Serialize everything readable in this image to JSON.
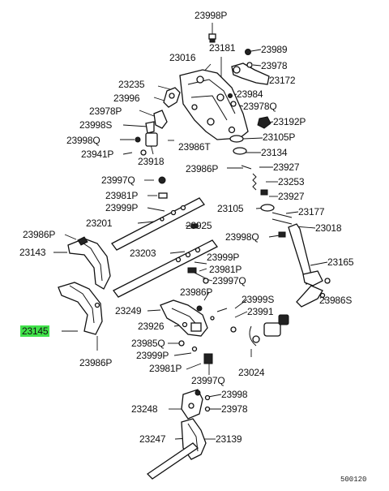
{
  "diagram": {
    "sheet_code": "500120",
    "highlight_color": "#41e24a",
    "labels": [
      {
        "id": "p23998P_top",
        "text": "23998P"
      },
      {
        "id": "p23181",
        "text": "23181"
      },
      {
        "id": "p23989",
        "text": "23989"
      },
      {
        "id": "p23016",
        "text": "23016"
      },
      {
        "id": "p23978_top",
        "text": "23978"
      },
      {
        "id": "p23172",
        "text": "23172"
      },
      {
        "id": "p23235",
        "text": "23235"
      },
      {
        "id": "p23984",
        "text": "23984"
      },
      {
        "id": "p23996",
        "text": "23996"
      },
      {
        "id": "p23978Q",
        "text": "23978Q"
      },
      {
        "id": "p23978P",
        "text": "23978P"
      },
      {
        "id": "p23192P",
        "text": "23192P"
      },
      {
        "id": "p23998S",
        "text": "23998S"
      },
      {
        "id": "p23105P",
        "text": "23105P"
      },
      {
        "id": "p23998Q",
        "text": "23998Q"
      },
      {
        "id": "p23986T",
        "text": "23986T"
      },
      {
        "id": "p23134",
        "text": "23134"
      },
      {
        "id": "p23941P",
        "text": "23941P"
      },
      {
        "id": "p23918",
        "text": "23918"
      },
      {
        "id": "p23986P_mid",
        "text": "23986P"
      },
      {
        "id": "p23927_a",
        "text": "23927"
      },
      {
        "id": "p23997Q_a",
        "text": "23997Q"
      },
      {
        "id": "p23253",
        "text": "23253"
      },
      {
        "id": "p23981P_a",
        "text": "23981P"
      },
      {
        "id": "p23927_b",
        "text": "23927"
      },
      {
        "id": "p23999P_a",
        "text": "23999P"
      },
      {
        "id": "p23105",
        "text": "23105"
      },
      {
        "id": "p23177",
        "text": "23177"
      },
      {
        "id": "p23201",
        "text": "23201"
      },
      {
        "id": "p23925",
        "text": "23925"
      },
      {
        "id": "p23018",
        "text": "23018"
      },
      {
        "id": "p23986P_left",
        "text": "23986P"
      },
      {
        "id": "p23998Q_b",
        "text": "23998Q"
      },
      {
        "id": "p23143",
        "text": "23143"
      },
      {
        "id": "p23203",
        "text": "23203"
      },
      {
        "id": "p23165",
        "text": "23165"
      },
      {
        "id": "p23999P_b",
        "text": "23999P"
      },
      {
        "id": "p23981P_b",
        "text": "23981P"
      },
      {
        "id": "p23997Q_b",
        "text": "23997Q"
      },
      {
        "id": "p23986P_c",
        "text": "23986P"
      },
      {
        "id": "p23999S",
        "text": "23999S"
      },
      {
        "id": "p23986S",
        "text": "23986S"
      },
      {
        "id": "p23249",
        "text": "23249"
      },
      {
        "id": "p23991",
        "text": "23991"
      },
      {
        "id": "p23145",
        "text": "23145",
        "highlight": true
      },
      {
        "id": "p23926",
        "text": "23926"
      },
      {
        "id": "p23985Q",
        "text": "23985Q"
      },
      {
        "id": "p23999P_c",
        "text": "23999P"
      },
      {
        "id": "p23986P_d",
        "text": "23986P"
      },
      {
        "id": "p23981P_c",
        "text": "23981P"
      },
      {
        "id": "p23024",
        "text": "23024"
      },
      {
        "id": "p23997Q_c",
        "text": "23997Q"
      },
      {
        "id": "p23998_bot",
        "text": "23998"
      },
      {
        "id": "p23248",
        "text": "23248"
      },
      {
        "id": "p23978_bot",
        "text": "23978"
      },
      {
        "id": "p23247",
        "text": "23247"
      },
      {
        "id": "p23139",
        "text": "23139"
      }
    ]
  }
}
